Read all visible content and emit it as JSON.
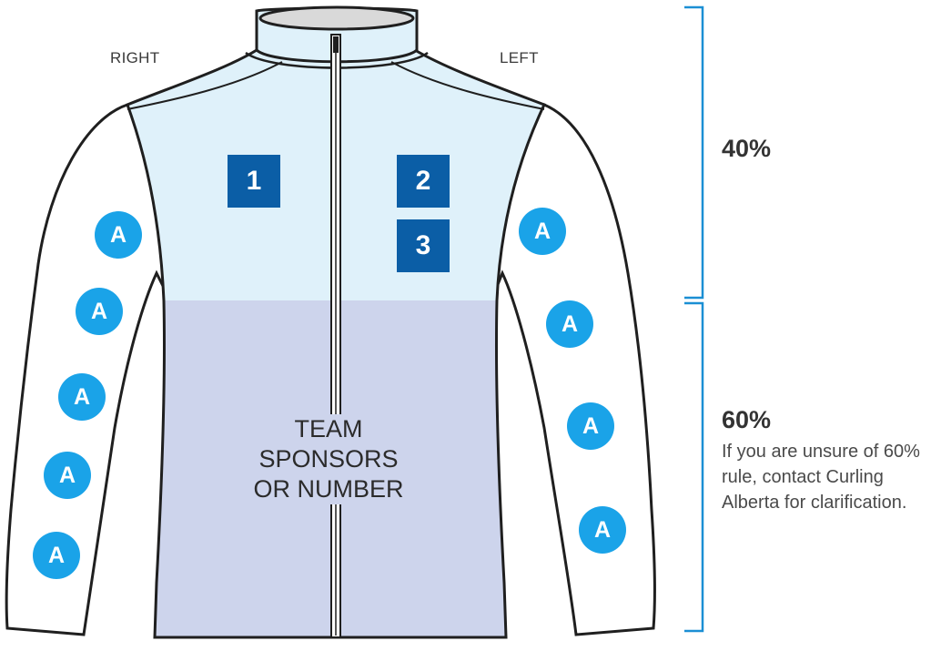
{
  "labels": {
    "right": "RIGHT",
    "left": "LEFT"
  },
  "logo_squares": [
    {
      "id": "1",
      "text": "1"
    },
    {
      "id": "2",
      "text": "2"
    },
    {
      "id": "3",
      "text": "3"
    }
  ],
  "sleeve_badges": {
    "right": [
      "A",
      "A",
      "A",
      "A",
      "A"
    ],
    "left": [
      "A",
      "A",
      "A",
      "A"
    ]
  },
  "center_text": [
    "TEAM",
    "SPONSORS",
    "OR NUMBER"
  ],
  "brackets": {
    "top": {
      "label": "40%"
    },
    "bottom": {
      "label": "60%",
      "note": "If you are unsure of 60% rule, contact Curling Alberta for clarification."
    }
  },
  "colors": {
    "upper_panel": "#dff1fa",
    "lower_panel": "#cdd4ec",
    "outline": "#1f1f1f",
    "square_blue": "#0b5ea6",
    "badge_blue": "#1aa3e8",
    "bracket_blue": "#1b8fd4"
  }
}
